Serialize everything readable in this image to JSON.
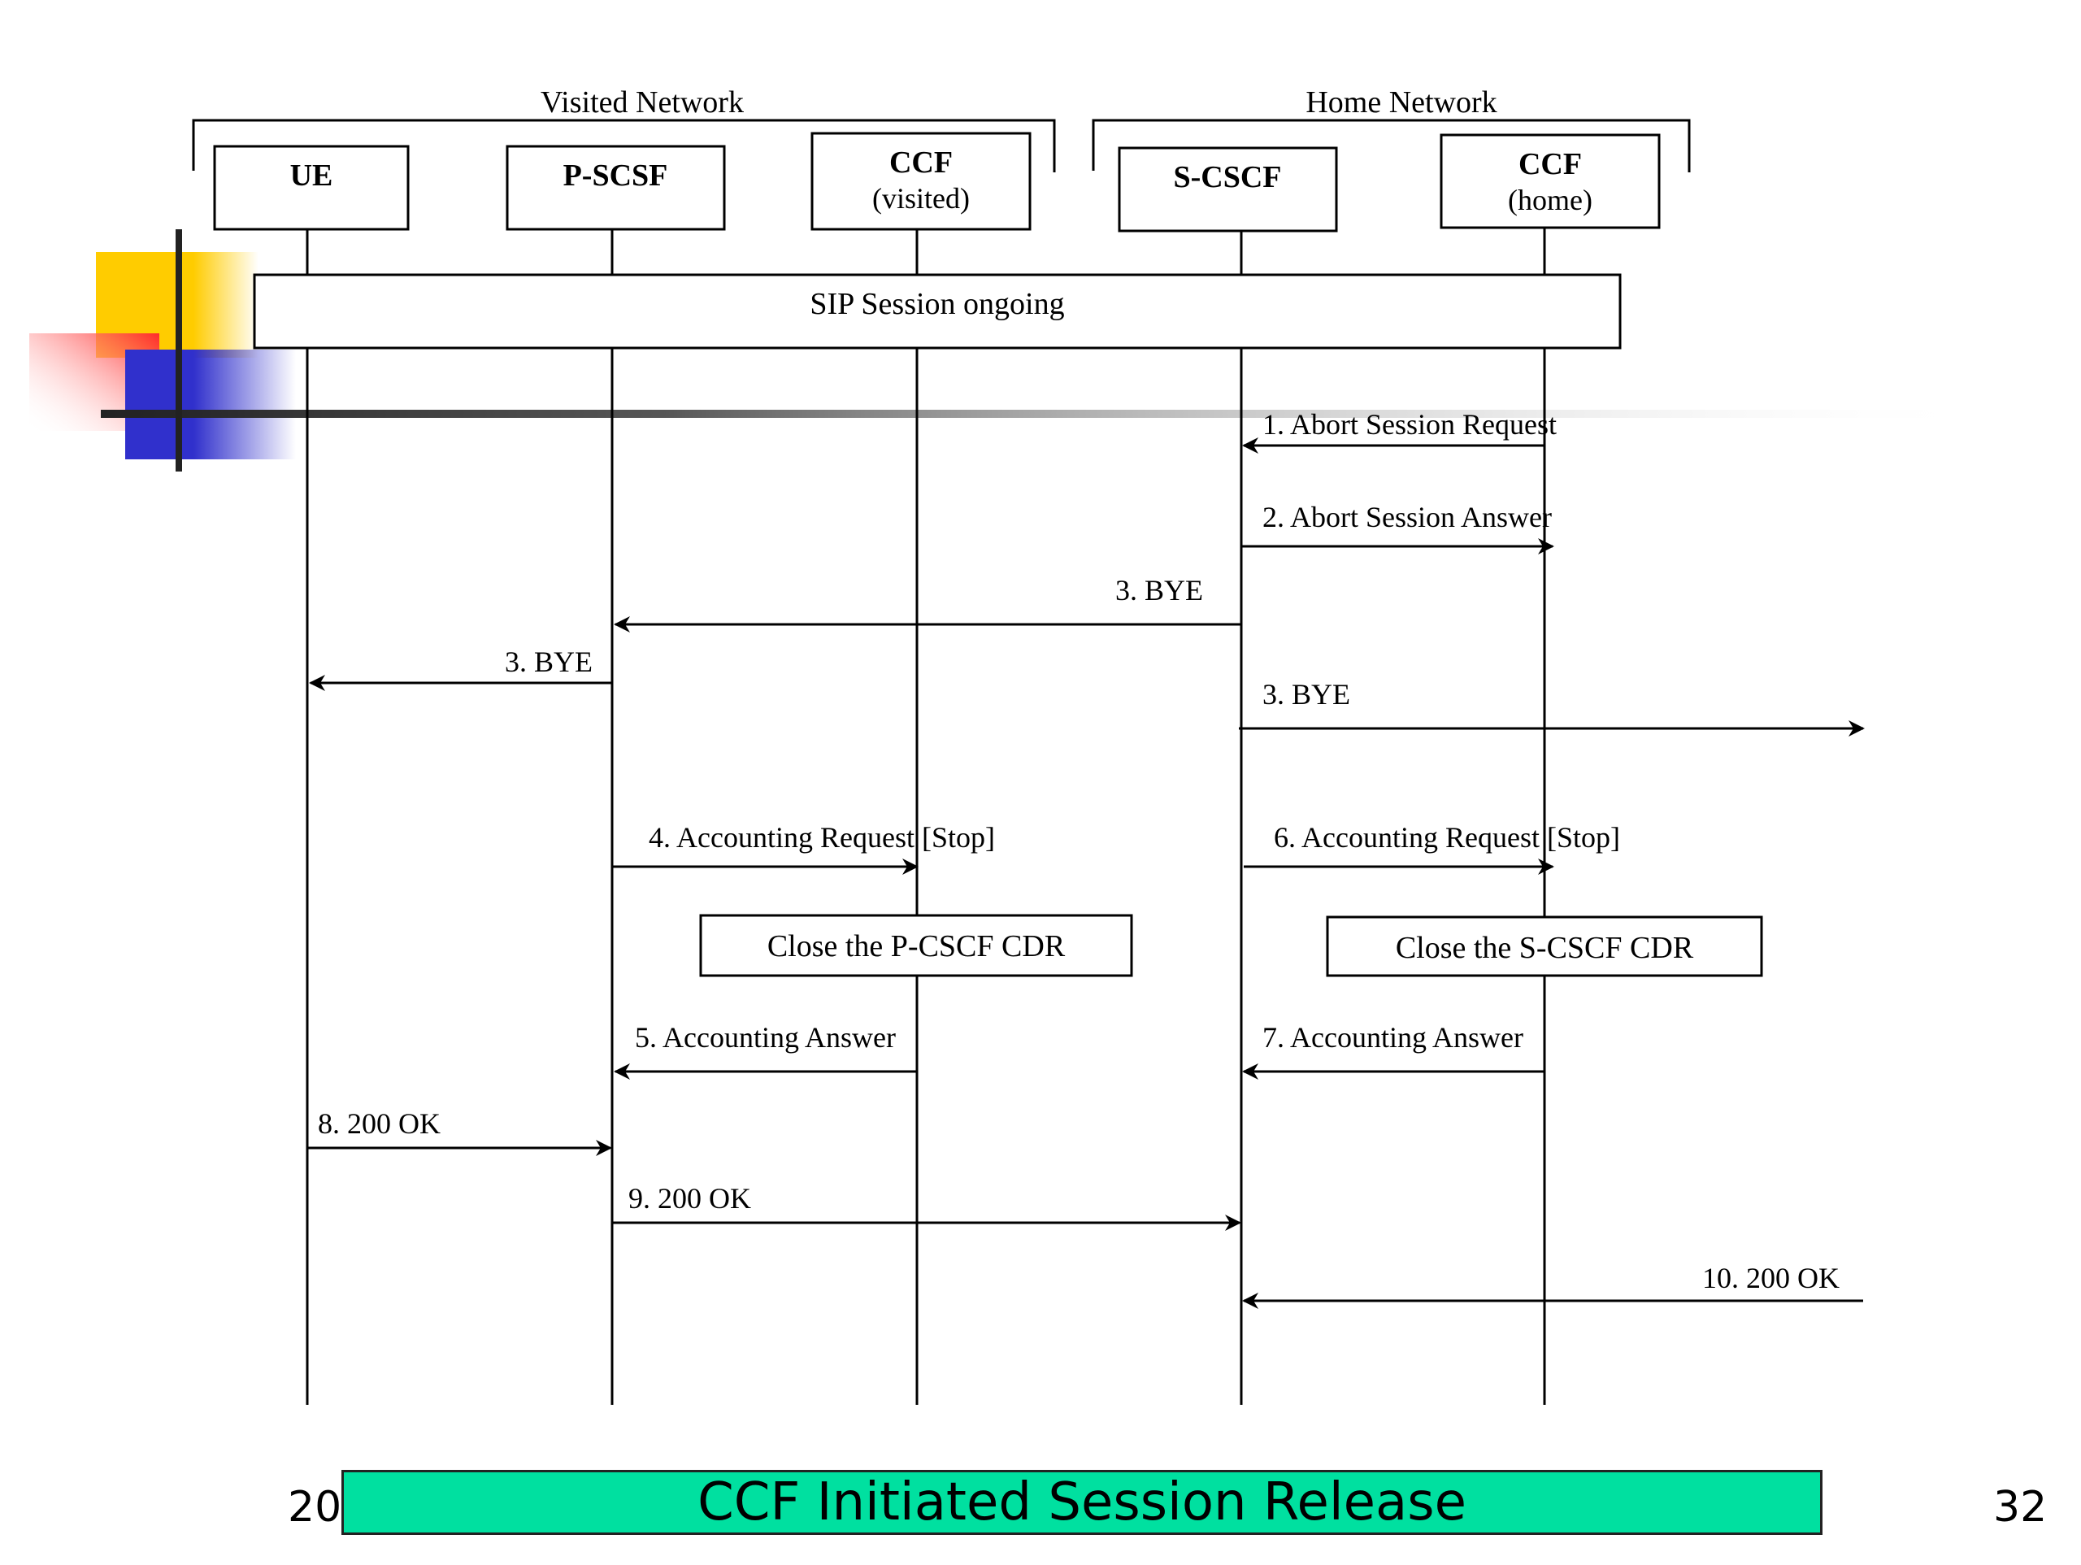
{
  "slide": {
    "title": "CCF Initiated Session Release",
    "footer_left": "20",
    "page_number": "32",
    "title_bar_color": "#00e0a0",
    "decoration_colors": [
      "#ffcc00",
      "#ff3333",
      "#3333cc",
      "#222222"
    ]
  },
  "diagram": {
    "groups": [
      {
        "label": "Visited Network"
      },
      {
        "label": "Home Network"
      }
    ],
    "entities": [
      {
        "line1": "UE",
        "line2": ""
      },
      {
        "line1": "P-SCSF",
        "line2": ""
      },
      {
        "line1": "CCF",
        "line2": "(visited)"
      },
      {
        "line1": "S-CSCF",
        "line2": ""
      },
      {
        "line1": "CCF",
        "line2": "(home)"
      }
    ],
    "session_box": "SIP Session ongoing",
    "messages": [
      {
        "label": "1. Abort Session Request",
        "from": "CCF (home)",
        "to": "S-CSCF"
      },
      {
        "label": "2. Abort Session Answer",
        "from": "S-CSCF",
        "to": "CCF (home)"
      },
      {
        "label": "3. BYE",
        "from": "S-CSCF",
        "to": "P-SCSF"
      },
      {
        "label": "3. BYE",
        "from": "P-SCSF",
        "to": "UE"
      },
      {
        "label": "3. BYE",
        "from": "S-CSCF",
        "to": "outside"
      },
      {
        "label": "4. Accounting Request [Stop]",
        "from": "P-SCSF",
        "to": "CCF (visited)"
      },
      {
        "label": "6. Accounting Request [Stop]",
        "from": "S-CSCF",
        "to": "CCF (home)"
      },
      {
        "label": "5. Accounting Answer",
        "from": "CCF (visited)",
        "to": "P-SCSF"
      },
      {
        "label": "7. Accounting Answer",
        "from": "CCF (home)",
        "to": "S-CSCF"
      },
      {
        "label": "8. 200 OK",
        "from": "UE",
        "to": "P-SCSF"
      },
      {
        "label": "9. 200 OK",
        "from": "P-SCSF",
        "to": "S-CSCF"
      },
      {
        "label": "10. 200 OK",
        "from": "outside",
        "to": "S-CSCF"
      }
    ],
    "notes": [
      {
        "label": "Close the P-CSCF CDR"
      },
      {
        "label": "Close the S-CSCF CDR"
      }
    ]
  }
}
